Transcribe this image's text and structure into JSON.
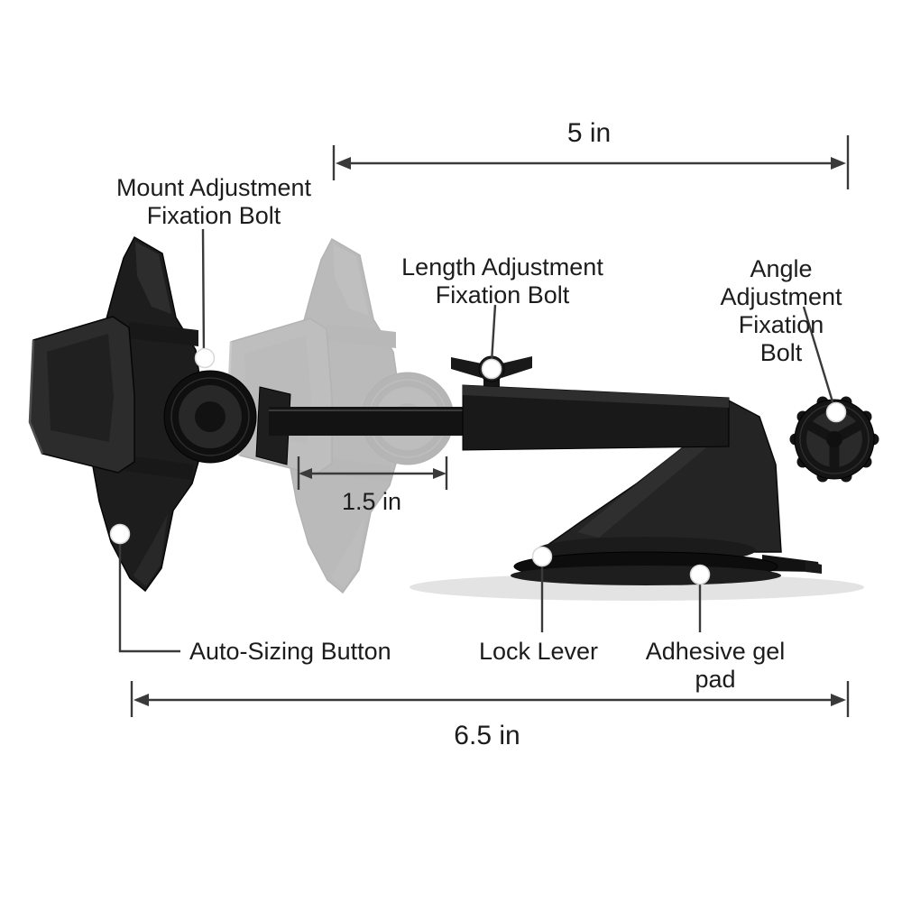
{
  "labels": {
    "mount_adjustment": "Mount Adjustment\nFixation Bolt",
    "length_adjustment": "Length Adjustment\nFixation Bolt",
    "angle_adjustment": "Angle Adjustment\nFixation Bolt",
    "auto_sizing": "Auto-Sizing Button",
    "lock_lever": "Lock Lever",
    "adhesive_gel_pad": "Adhesive gel pad"
  },
  "dimensions": {
    "upper_span": "5 in",
    "arm_extension": "1.5 in",
    "overall_length": "6.5 in"
  },
  "colors": {
    "annotation_line": "#3a3a3a",
    "text": "#1c1c1c",
    "product_body": "#1d1d1d",
    "ghost_opacity": "0.3",
    "shadow": "#e3e3e3",
    "marker_fill": "#ffffff"
  }
}
